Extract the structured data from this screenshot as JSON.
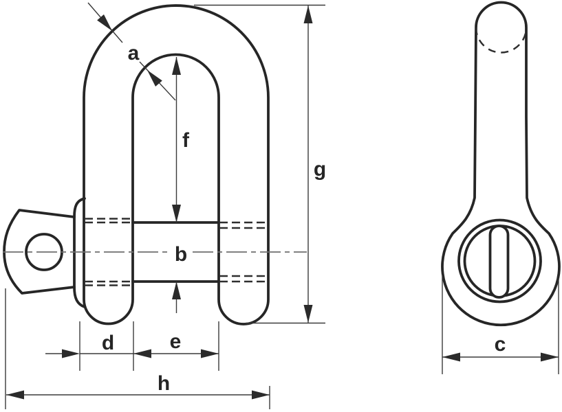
{
  "diagram": {
    "type": "technical-drawing",
    "subject": "D-shackle with screw pin, front view and side view, dimension letters",
    "background": "#ffffff",
    "colors": {
      "outline": "#262626",
      "dimension_lines": "#3a3a3a",
      "centerline": "#6f6f6f",
      "arrowheads": "#2b2b2b"
    },
    "labels": {
      "a": "a",
      "b": "b",
      "c": "c",
      "d": "d",
      "e": "e",
      "f": "f",
      "g": "g",
      "h": "h"
    }
  }
}
